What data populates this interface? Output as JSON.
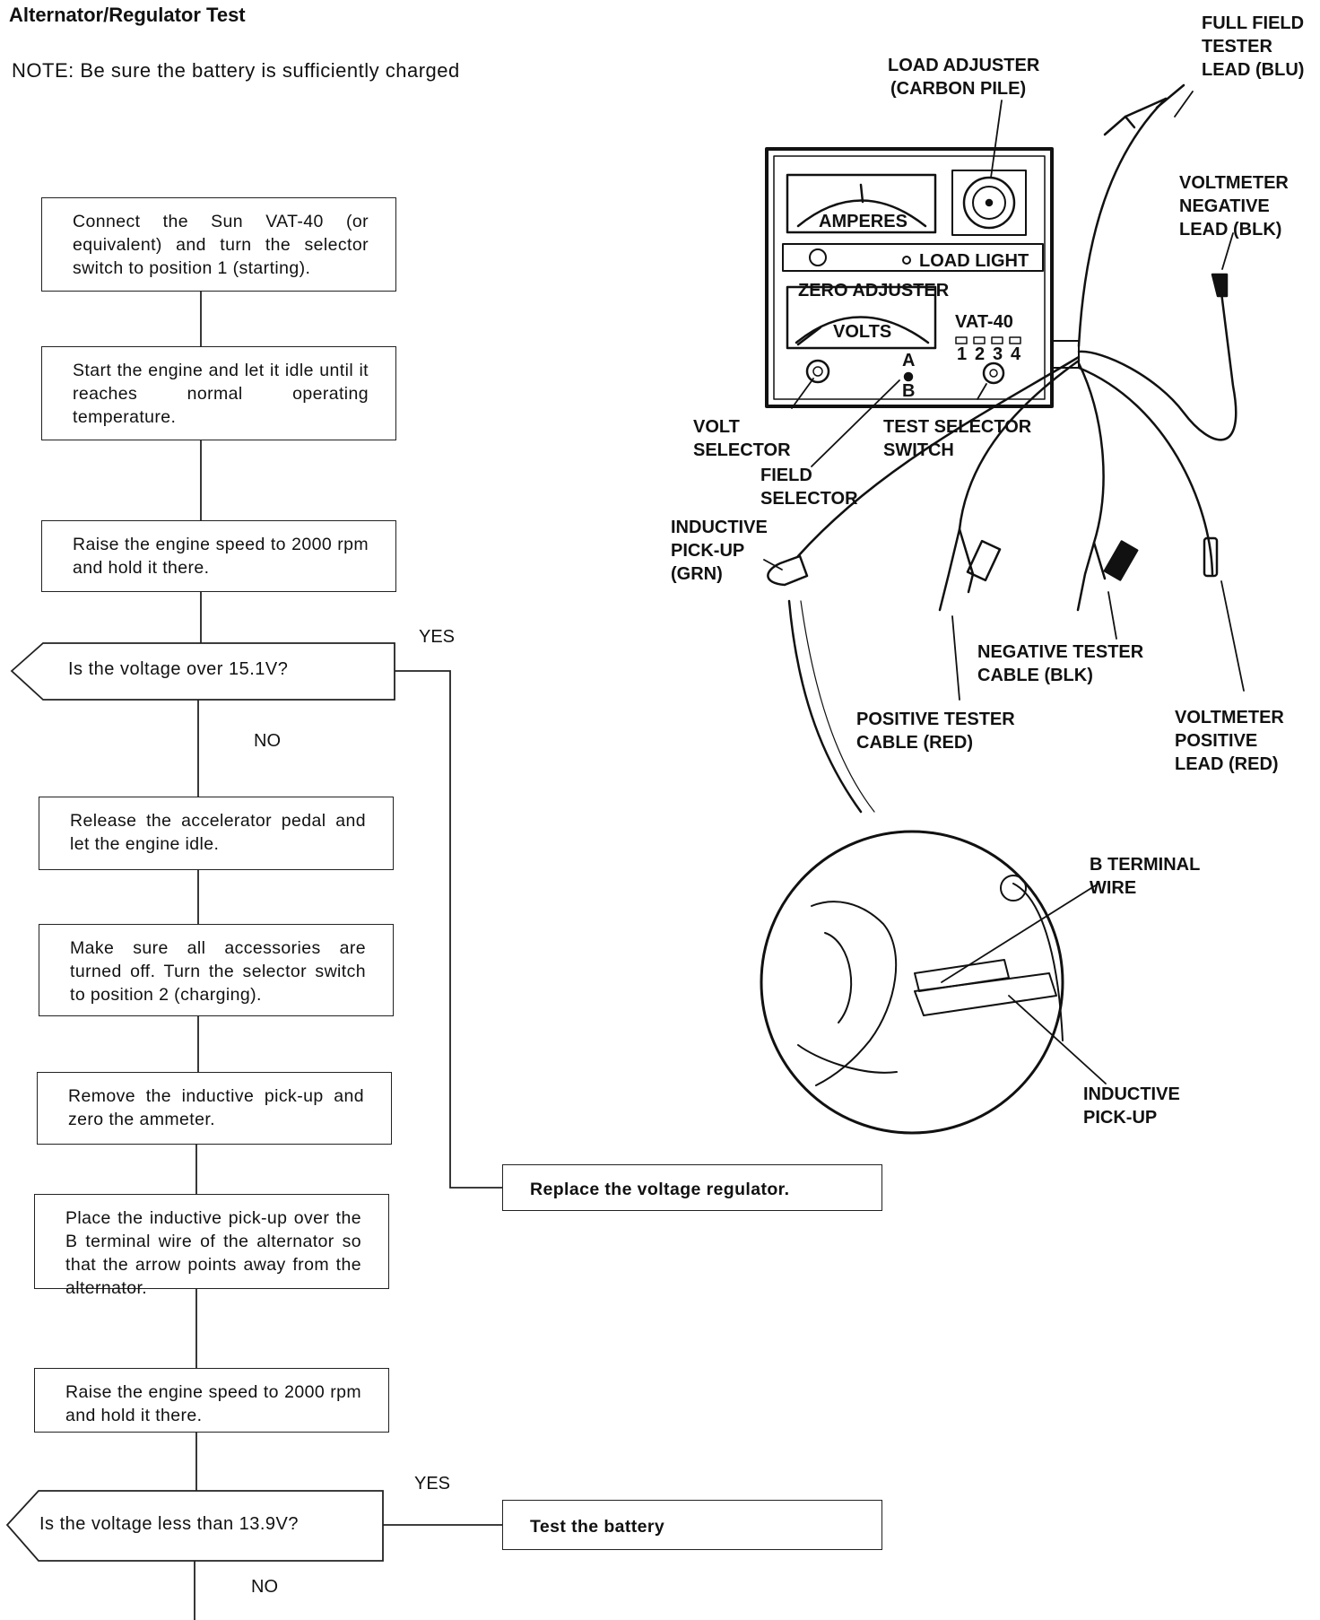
{
  "title": "Alternator/Regulator Test",
  "note": "NOTE: Be sure the battery is sufficiently charged",
  "flow": {
    "step1": "Connect the Sun VAT-40 (or equivalent) and turn the selector switch to position 1 (starting).",
    "step2": "Start the engine and let it idle until it reaches normal operating temperature.",
    "step3": "Raise the engine speed to 2000 rpm and hold it there.",
    "decision1": "Is the voltage over 15.1V?",
    "decision1_yes": "YES",
    "decision1_no": "NO",
    "result1": "Replace the voltage regulator.",
    "step4": "Release the accelerator pedal and let the engine idle.",
    "step5": "Make sure all accessories are turned off. Turn the selector switch to position 2 (charging).",
    "step6": "Remove the inductive pick-up and zero the ammeter.",
    "step7": "Place the inductive pick-up over the B terminal wire of the alternator so that the arrow points away from the alternator.",
    "step8": "Raise the engine speed to 2000 rpm and hold it there.",
    "decision2": "Is the voltage less than 13.9V?",
    "decision2_yes": "YES",
    "decision2_no": "NO",
    "result2": "Test the battery"
  },
  "tester": {
    "amperes": "AMPERES",
    "volts": "VOLTS",
    "load_light": "LOAD LIGHT",
    "zero_adjuster": "ZERO ADJUSTER",
    "model": "VAT-40",
    "positions": [
      "1",
      "2",
      "3",
      "4"
    ],
    "field_a": "A",
    "field_b": "B"
  },
  "callouts": {
    "load_adjuster": [
      "LOAD ADJUSTER",
      "(CARBON PILE)"
    ],
    "full_field": [
      "FULL FIELD",
      "TESTER",
      "LEAD (BLU)"
    ],
    "voltmeter_negative": [
      "VOLTMETER",
      "NEGATIVE",
      "LEAD (BLK)"
    ],
    "volt_selector": [
      "VOLT",
      "SELECTOR"
    ],
    "test_selector": [
      "TEST SELECTOR",
      "SWITCH"
    ],
    "field_selector": [
      "FIELD",
      "SELECTOR"
    ],
    "inductive_pickup_grn": [
      "INDUCTIVE",
      "PICK-UP",
      "(GRN)"
    ],
    "negative_cable": [
      "NEGATIVE TESTER",
      "CABLE (BLK)"
    ],
    "positive_cable": [
      "POSITIVE TESTER",
      "CABLE (RED)"
    ],
    "voltmeter_positive": [
      "VOLTMETER",
      "POSITIVE",
      "LEAD (RED)"
    ],
    "b_terminal": [
      "B TERMINAL",
      "WIRE"
    ],
    "inductive_pickup": [
      "INDUCTIVE",
      "PICK-UP"
    ]
  }
}
